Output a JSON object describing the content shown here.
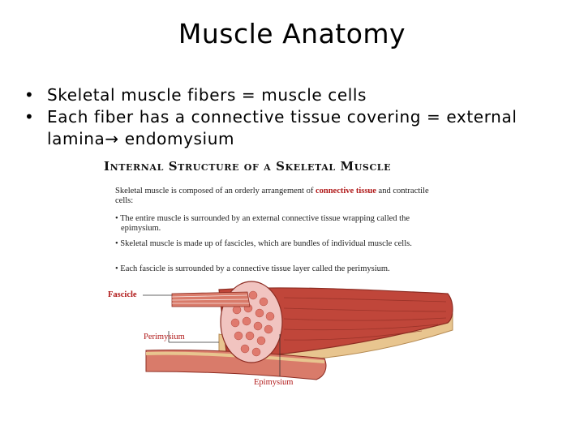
{
  "slide": {
    "title": "Muscle Anatomy",
    "bullets": [
      "Skeletal muscle fibers = muscle cells",
      "Each fiber has a connective tissue covering = external lamina→ endomysium"
    ],
    "bullet_marker": "•"
  },
  "figure": {
    "heading": "Internal Structure of a Skeletal Muscle",
    "intro_before": "Skeletal muscle is composed of an orderly arrangement of ",
    "intro_accent": "connective tissue",
    "intro_after": " and contractile cells:",
    "points": [
      "• The entire muscle is surrounded by an external connective tissue wrapping called the epimysium.",
      "• Skeletal muscle is made up of fascicles, which are bundles of individual muscle cells.",
      "• Each fascicle is surrounded by a connective tissue layer called the perimysium."
    ],
    "labels": {
      "fascicle": "Fascicle",
      "perimysium": "Perimysium",
      "epimysium": "Epimysium"
    },
    "colors": {
      "muscle_red": "#c0463a",
      "muscle_dark": "#8c2c22",
      "connective_pink": "#f1c4c0",
      "tendon_tan": "#e8c58f",
      "label_red": "#b01818"
    },
    "icon": "muscle-cross-section-illustration"
  }
}
